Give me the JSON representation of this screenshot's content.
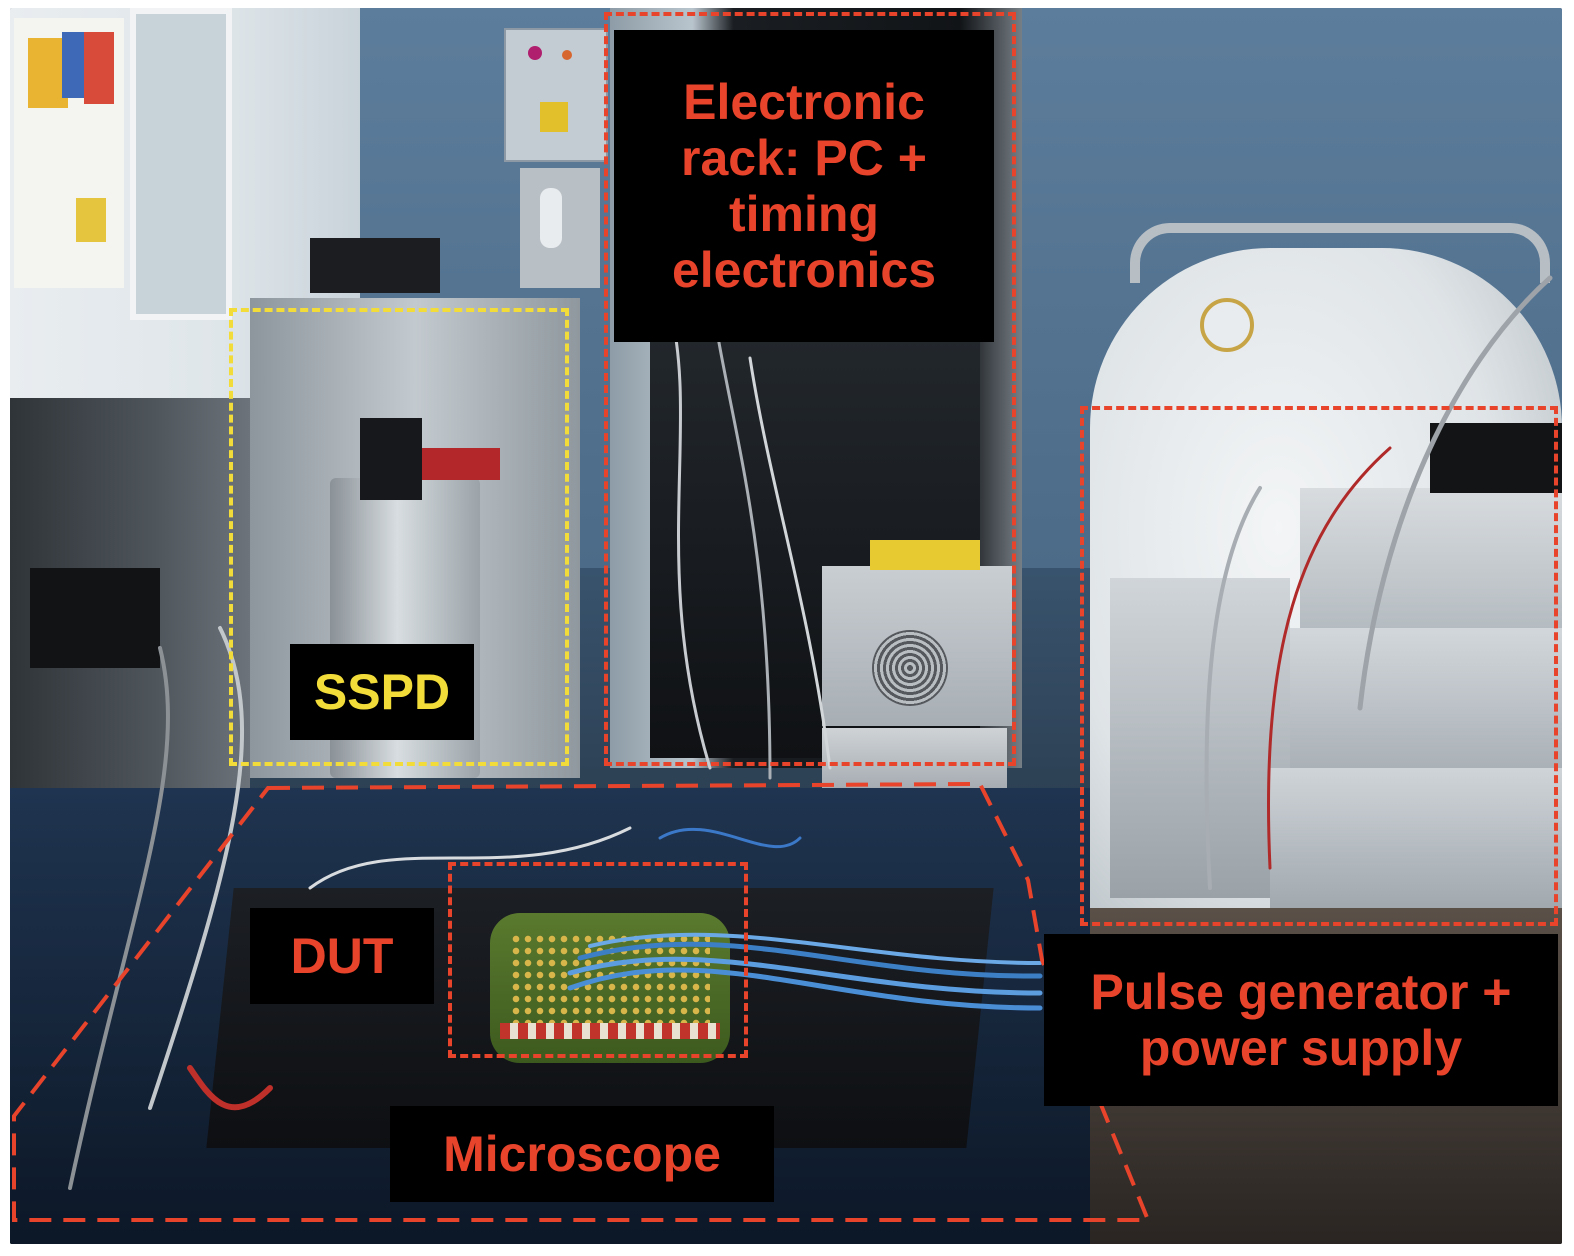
{
  "annotations": {
    "rack_label": "Electronic rack: PC + timing electronics",
    "sspd_label": "SSPD",
    "dut_label": "DUT",
    "microscope_label": "Microscope",
    "pulse_label": "Pulse generator + power supply"
  },
  "colors": {
    "annotation_red": "#e8432b",
    "annotation_yellow": "#f2dc3a",
    "label_background": "#000000"
  }
}
